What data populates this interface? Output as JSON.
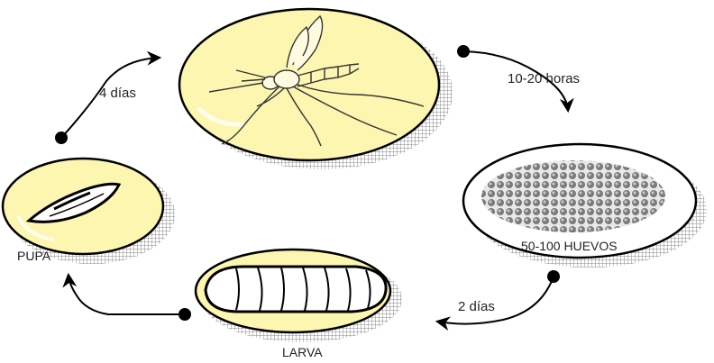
{
  "stages": {
    "adult": {
      "label": ""
    },
    "eggs": {
      "label": "50-100 HUEVOS"
    },
    "larva": {
      "label": "LARVA"
    },
    "pupa": {
      "label": "PUPA"
    }
  },
  "transitions": {
    "adult_to_eggs": "10-20 horas",
    "eggs_to_larva": "2 días",
    "pupa_to_adult": "4 días"
  },
  "colors": {
    "stage_fill": "#fcf6b0",
    "eggs_fill": "#ffffff",
    "outline": "#000000",
    "shadow_grid": "#8a8a8a",
    "egg_dots": "#7a7a7a"
  }
}
